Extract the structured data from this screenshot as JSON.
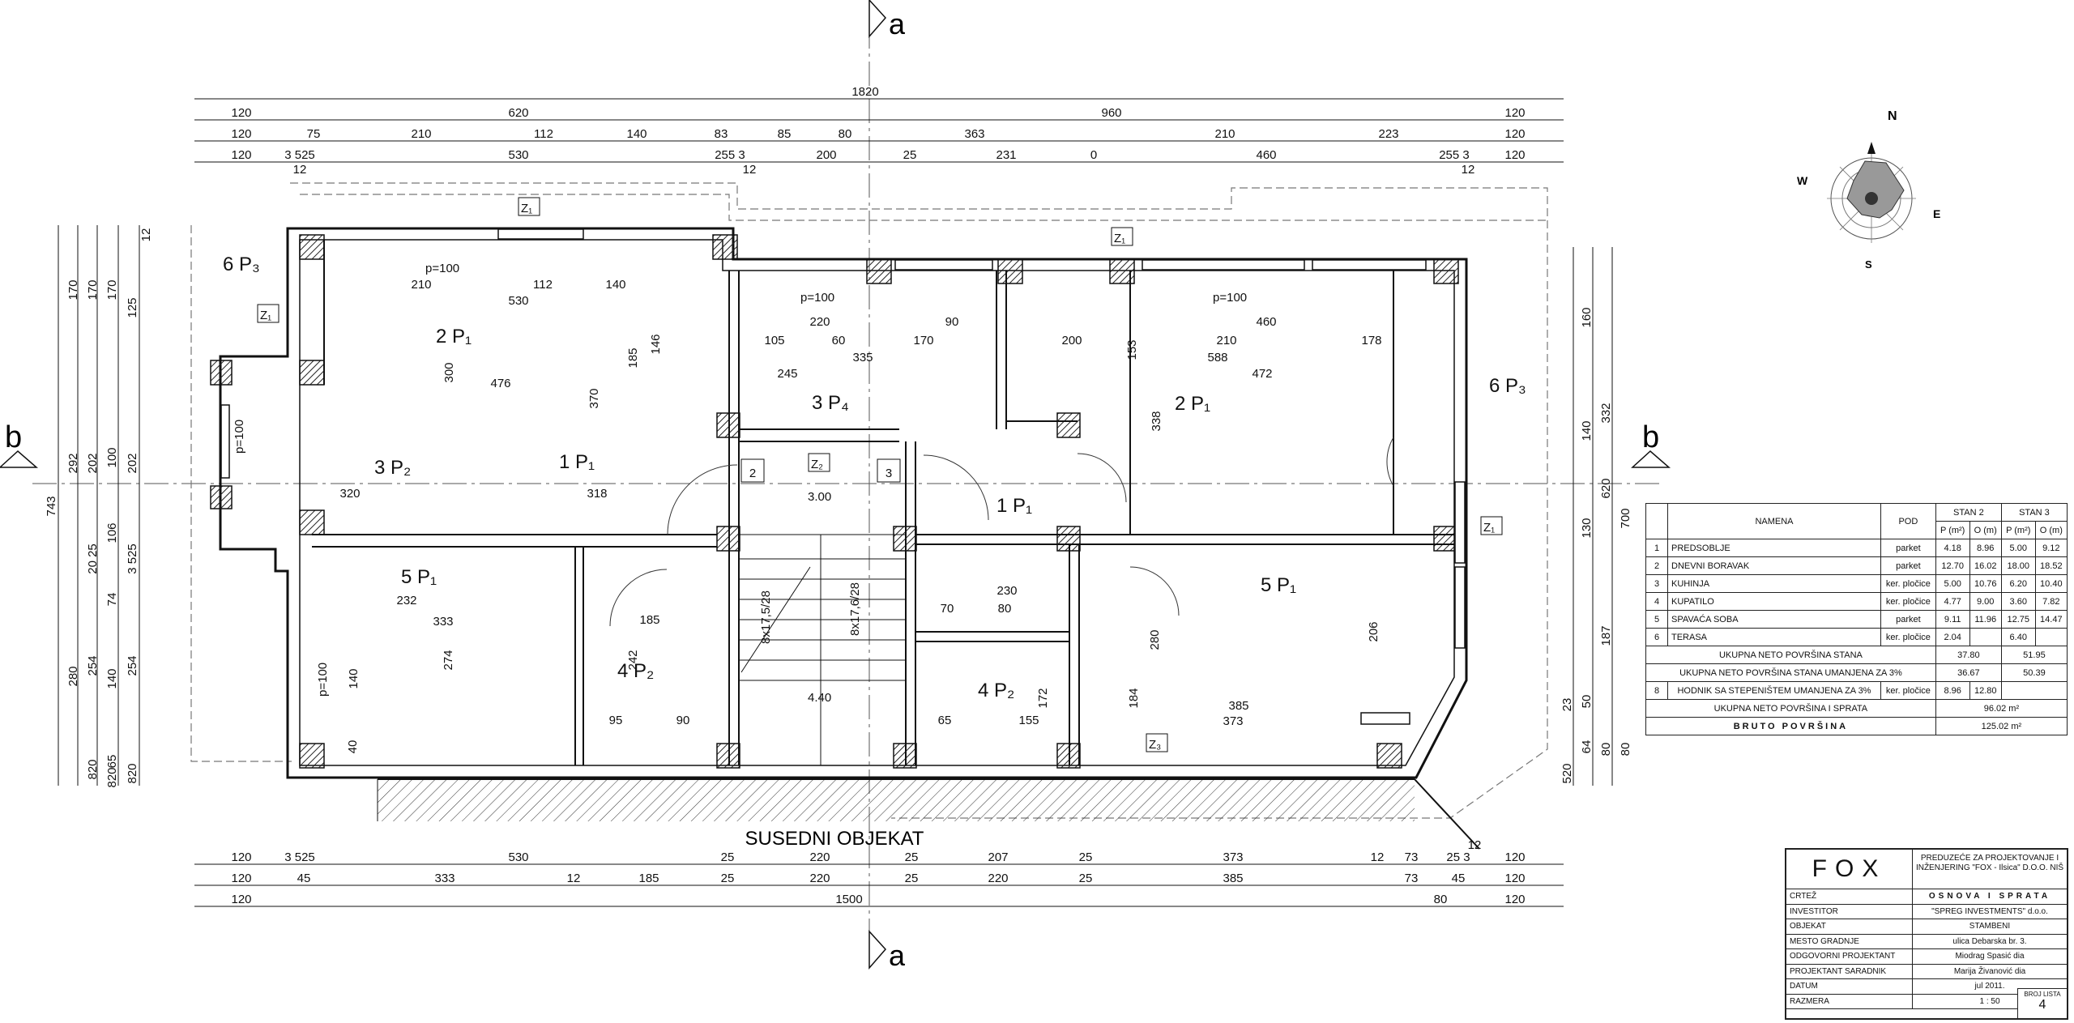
{
  "section_marks": {
    "a_top": "a",
    "a_bottom": "a",
    "b_left": "b",
    "b_right": "b"
  },
  "compass": {
    "n": "N",
    "s": "S",
    "e": "E",
    "w": "W"
  },
  "top_dims": {
    "row1": [
      "1820"
    ],
    "row2": [
      "120",
      "620",
      "960",
      "120"
    ],
    "row3": [
      "120",
      "75",
      "210",
      "112",
      "140",
      "83",
      "85",
      "80",
      "363",
      "210",
      "223",
      "120"
    ],
    "row4": [
      "120",
      "3 525",
      "530",
      "255 3",
      "200",
      "25",
      "231",
      "0",
      "460",
      "255 3",
      "120"
    ],
    "row4_sub": [
      "12",
      "12",
      "12"
    ]
  },
  "bottom_dims": {
    "row1": [
      "120",
      "3 525",
      "530",
      "25",
      "220",
      "25",
      "207",
      "25",
      "373",
      "12",
      "73",
      "25 3",
      "120"
    ],
    "row2": [
      "120",
      "45",
      "333",
      "12",
      "185",
      "25",
      "220",
      "25",
      "220",
      "25",
      "385",
      "73",
      "45",
      "120"
    ],
    "row3": [
      "120",
      "1500",
      "80",
      "120"
    ],
    "top12": "12"
  },
  "left_dims": [
    "170",
    "170",
    "170",
    "125",
    "292",
    "202",
    "100",
    "202",
    "743",
    "280",
    "254",
    "140",
    "254",
    "74",
    "106",
    "20 25",
    "3 525",
    "12",
    "65",
    "820",
    "820",
    "820"
  ],
  "right_dims": [
    "160",
    "332",
    "140",
    "620",
    "700",
    "130",
    "187",
    "50",
    "64",
    "80",
    "80",
    "23",
    "520"
  ],
  "rooms": [
    {
      "num": "6",
      "code": "P₃"
    },
    {
      "num": "2",
      "code": "P₁"
    },
    {
      "num": "3",
      "code": "P₂"
    },
    {
      "num": "1",
      "code": "P₁"
    },
    {
      "num": "3",
      "code": "P₄"
    },
    {
      "num": "5",
      "code": "P₁"
    },
    {
      "num": "4",
      "code": "P₂"
    },
    {
      "num": "2",
      "code": "P₁"
    },
    {
      "num": "1",
      "code": "P₁"
    },
    {
      "num": "5",
      "code": "P₁"
    },
    {
      "num": "4",
      "code": "P₂"
    },
    {
      "num": "6",
      "code": "P₃"
    }
  ],
  "stair_labels": {
    "flight1": "8x17,5/28",
    "flight2": "8x17,6/28",
    "landing1": "3.00",
    "landing2": "4.40",
    "box2": "2",
    "box3": "3"
  },
  "window_tags": [
    "Z₁",
    "Z₁",
    "Z₁",
    "Z₁",
    "Z₂",
    "Z₃"
  ],
  "interior_dims": [
    "210",
    "112",
    "140",
    "530",
    "476",
    "300",
    "370",
    "146",
    "185",
    "245",
    "335",
    "220",
    "105",
    "60",
    "170",
    "90",
    "588",
    "460",
    "472",
    "210",
    "178",
    "153",
    "338",
    "200",
    "320",
    "318",
    "333",
    "274",
    "242",
    "232",
    "95",
    "90",
    "185",
    "280",
    "206",
    "385",
    "373",
    "230",
    "80",
    "70",
    "155",
    "184",
    "172",
    "40",
    "65",
    "140",
    "p=100",
    "p=100",
    "p=100",
    "p=100",
    "p=100"
  ],
  "neighbour_label": "SUSEDNI OBJEKAT",
  "area_table": {
    "headers": {
      "namena": "NAMENA",
      "pod": "POD",
      "stan2": "STAN 2",
      "stan3": "STAN 3",
      "p": "P (m²)",
      "o": "O (m)"
    },
    "rows": [
      {
        "n": "1",
        "name": "PREDSOBLJE",
        "pod": "parket",
        "p2": "4.18",
        "o2": "8.96",
        "p3": "5.00",
        "o3": "9.12"
      },
      {
        "n": "2",
        "name": "DNEVNI BORAVAK",
        "pod": "parket",
        "p2": "12.70",
        "o2": "16.02",
        "p3": "18.00",
        "o3": "18.52"
      },
      {
        "n": "3",
        "name": "KUHINJA",
        "pod": "ker. pločice",
        "p2": "5.00",
        "o2": "10.76",
        "p3": "6.20",
        "o3": "10.40"
      },
      {
        "n": "4",
        "name": "KUPATILO",
        "pod": "ker. pločice",
        "p2": "4.77",
        "o2": "9.00",
        "p3": "3.60",
        "o3": "7.82"
      },
      {
        "n": "5",
        "name": "SPAVAĆA SOBA",
        "pod": "parket",
        "p2": "9.11",
        "o2": "11.96",
        "p3": "12.75",
        "o3": "14.47"
      },
      {
        "n": "6",
        "name": "TERASA",
        "pod": "ker. pločice",
        "p2": "2.04",
        "o2": "",
        "p3": "6.40",
        "o3": ""
      }
    ],
    "neto_label": "UKUPNA NETO POVRŠINA STANA",
    "neto2": "37.80",
    "neto3": "51.95",
    "neto_red_label": "UKUPNA NETO POVRŠINA STANA UMANJENA ZA 3%",
    "neto_red2": "36.67",
    "neto_red3": "50.39",
    "hodnik_n": "8",
    "hodnik_label": "HODNIK SA STEPENIŠTEM UMANJENA ZA 3%",
    "hodnik_pod": "ker. pločice",
    "hodnik_p": "8.96",
    "hodnik_o": "12.80",
    "sprat_label": "UKUPNA NETO POVRŠINA I SPRATA",
    "sprat_val": "96.02 m²",
    "bruto_label": "BRUTO POVRŠINA",
    "bruto_val": "125.02 m²"
  },
  "title_block": {
    "logo": "FOX",
    "company": "PREDUZEĆE ZA PROJEKTOVANJE I INŽENJERING \"FOX - Ilsica\" D.O.O. NIŠ",
    "rows": [
      {
        "k": "CRTEŽ",
        "v": "OSNOVA I SPRATA"
      },
      {
        "k": "INVESTITOR",
        "v": "\"SPREG INVESTMENTS\" d.o.o."
      },
      {
        "k": "OBJEKAT",
        "v": "STAMBENI"
      },
      {
        "k": "MESTO GRADNJE",
        "v": "ulica Debarska br. 3."
      },
      {
        "k": "ODGOVORNI PROJEKTANT",
        "v": "Miodrag Spasić dia"
      },
      {
        "k": "PROJEKTANT SARADNIK",
        "v": "Marija Živanović dia"
      },
      {
        "k": "DATUM",
        "v": "jul 2011."
      },
      {
        "k": "RAZMERA",
        "v": "1 : 50"
      }
    ],
    "sheet_label": "BROJ LISTA",
    "sheet_no": "4"
  }
}
